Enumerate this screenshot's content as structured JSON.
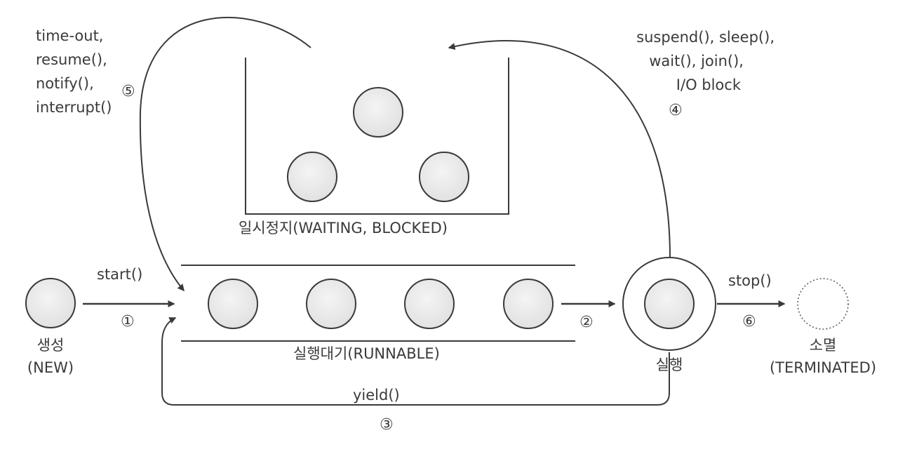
{
  "states": {
    "new": {
      "label": "생성",
      "sublabel": "(NEW)"
    },
    "runnable": {
      "label": "실행대기(RUNNABLE)"
    },
    "running": {
      "label": "실행"
    },
    "waiting": {
      "label": "일시정지(WAITING, BLOCKED)"
    },
    "terminated": {
      "label": "소멸",
      "sublabel": "(TERMINATED)"
    }
  },
  "transitions": {
    "start": {
      "method": "start()",
      "step": "①"
    },
    "dispatch": {
      "step": "②"
    },
    "yield": {
      "method": "yield()",
      "step": "③"
    },
    "block": {
      "methods": [
        "suspend(), sleep(),",
        "wait(), join(),",
        "I/O block"
      ],
      "step": "④"
    },
    "resume": {
      "methods": [
        "time-out,",
        "resume(),",
        "notify(),",
        "interrupt()"
      ],
      "step": "⑤"
    },
    "stop": {
      "method": "stop()",
      "step": "⑥"
    }
  },
  "colors": {
    "line": "#3a3a3a",
    "circle_fill": "#e6e6e6",
    "text": "#3a3a3a"
  }
}
